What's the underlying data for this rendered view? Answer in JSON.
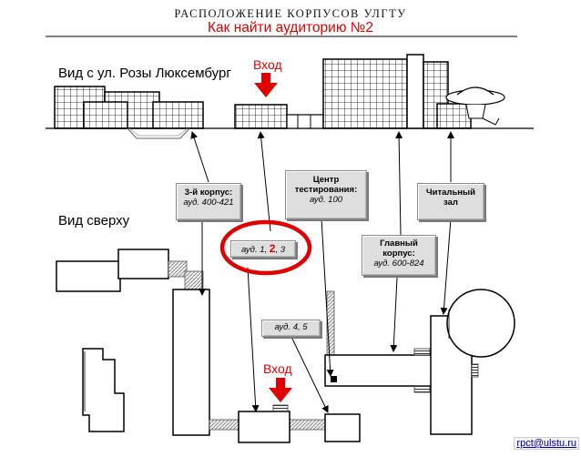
{
  "header": {
    "title": "РАСПОЛОЖЕНИЕ КОРПУСОВ УЛГТУ",
    "subtitle": "Как найти аудиторию №2"
  },
  "views": {
    "street": "Вид с ул. Розы Люксембург",
    "top": "Вид сверху"
  },
  "entrance_label": "Вход",
  "callouts": {
    "building3": {
      "title": "3-й корпус:",
      "rooms": "ауд. 400-421"
    },
    "testing": {
      "title1": "Центр",
      "title2": "тестирования:",
      "rooms": "ауд. 100"
    },
    "reading": {
      "title1": "Читальный",
      "title2": "зал"
    },
    "rooms123": {
      "before": "ауд. 1, ",
      "highlight": "2",
      "after": ", 3"
    },
    "main": {
      "title1": "Главный",
      "title2": "корпус:",
      "rooms": "ауд. 600-824"
    },
    "rooms45": {
      "rooms": "ауд. 4, 5"
    }
  },
  "colors": {
    "highlight": "#e00000",
    "box_fill": "#dedede",
    "link": "#0000aa"
  },
  "email": "rpct@ulstu.ru"
}
